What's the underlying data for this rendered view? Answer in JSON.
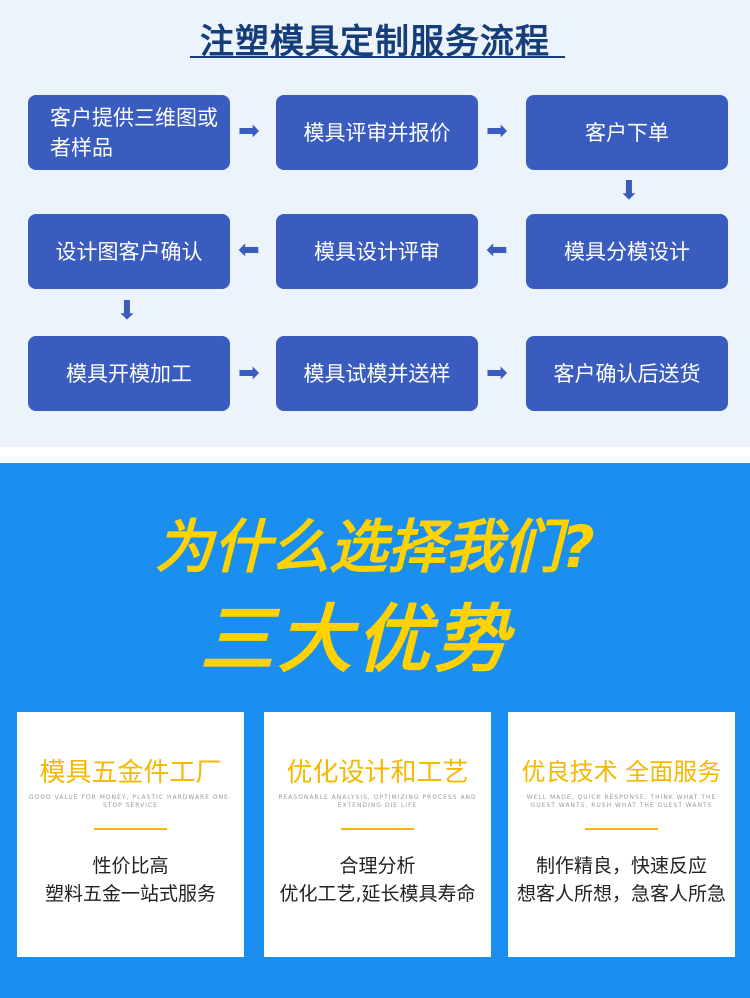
{
  "process": {
    "title": "注塑模具定制服务流程",
    "steps": [
      "客户提供三维图或者样品",
      "模具评审并报价",
      "客户下单",
      "模具分模设计",
      "模具设计评审",
      "设计图客户确认",
      "模具开模加工",
      "模具试模并送样",
      "客户确认后送货"
    ]
  },
  "why": {
    "line1": "为什么选择我们?",
    "line2": "三大优势"
  },
  "cards": [
    {
      "title": "模具五金件工厂",
      "en": "GOOD VALUE FOR MONEY, PLASTIC HARDWARE ONE-STOP SERVICE",
      "l1": "性价比高",
      "l2": "塑料五金一站式服务"
    },
    {
      "title": "优化设计和工艺",
      "en": "REASONABLE ANALYSIS, OPTIMIZING PROCESS AND EXTENDING DIE LIFE",
      "l1": "合理分析",
      "l2": "优化工艺,延长模具寿命"
    },
    {
      "title": "优良技术 全面服务",
      "en": "WELL MADE, QUICK RESPONSE, THINK WHAT THE GUEST WANTS, RUSH WHAT THE GUEST WANTS",
      "l1": "制作精良，快速反应",
      "l2": "想客人所想，急客人所急"
    }
  ]
}
